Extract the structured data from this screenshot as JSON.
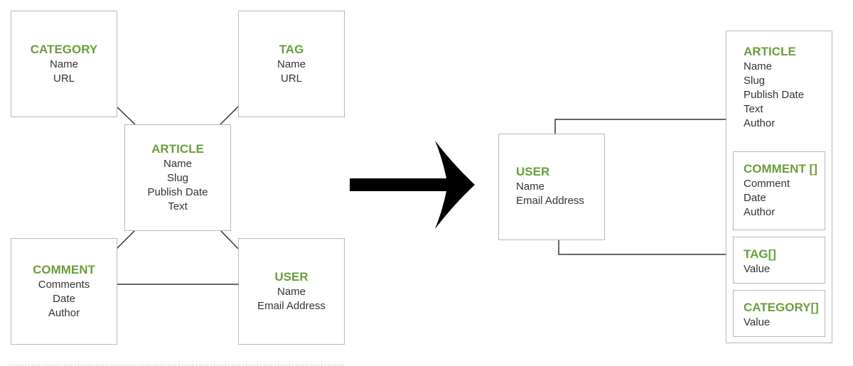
{
  "colors": {
    "title": "#6a9e3a",
    "text": "#333333",
    "border": "#b8b8b8",
    "line": "#333333",
    "arrow": "#000000"
  },
  "left_diagram": {
    "category": {
      "title": "CATEGORY",
      "fields": [
        "Name",
        "URL"
      ]
    },
    "tag": {
      "title": "TAG",
      "fields": [
        "Name",
        "URL"
      ]
    },
    "article": {
      "title": "ARTICLE",
      "fields": [
        "Name",
        "Slug",
        "Publish Date",
        "Text"
      ]
    },
    "comment": {
      "title": "COMMENT",
      "fields": [
        "Comments",
        "Date",
        "Author"
      ]
    },
    "user": {
      "title": "USER",
      "fields": [
        "Name",
        "Email Address"
      ]
    }
  },
  "transform_arrow": {
    "icon": "right-arrow-icon"
  },
  "right_diagram": {
    "user": {
      "title": "USER",
      "fields": [
        "Name",
        "Email Address"
      ]
    },
    "article": {
      "title": "ARTICLE",
      "fields": [
        "Name",
        "Slug",
        "Publish Date",
        "Text",
        "Author"
      ]
    },
    "comment": {
      "title": "COMMENT []",
      "fields": [
        "Comment",
        "Date",
        "Author"
      ]
    },
    "tag": {
      "title": "TAG[]",
      "fields": [
        "Value"
      ]
    },
    "category": {
      "title": "CATEGORY[]",
      "fields": [
        "Value"
      ]
    }
  }
}
